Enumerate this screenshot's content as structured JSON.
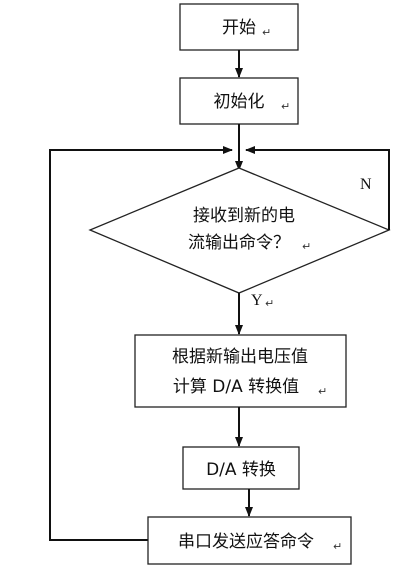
{
  "nodes": {
    "start": "开始",
    "init": "初始化",
    "decision_line1": "接收到新的电",
    "decision_line2": "流输出命令？",
    "compute_line1": "根据新输出电压值",
    "compute_line2": "计算 D/A 转换值",
    "convert": "D/A 转换",
    "send": "串口发送应答命令"
  },
  "edge_labels": {
    "no": "N",
    "yes": "Y"
  },
  "paragraph_mark": "↵"
}
